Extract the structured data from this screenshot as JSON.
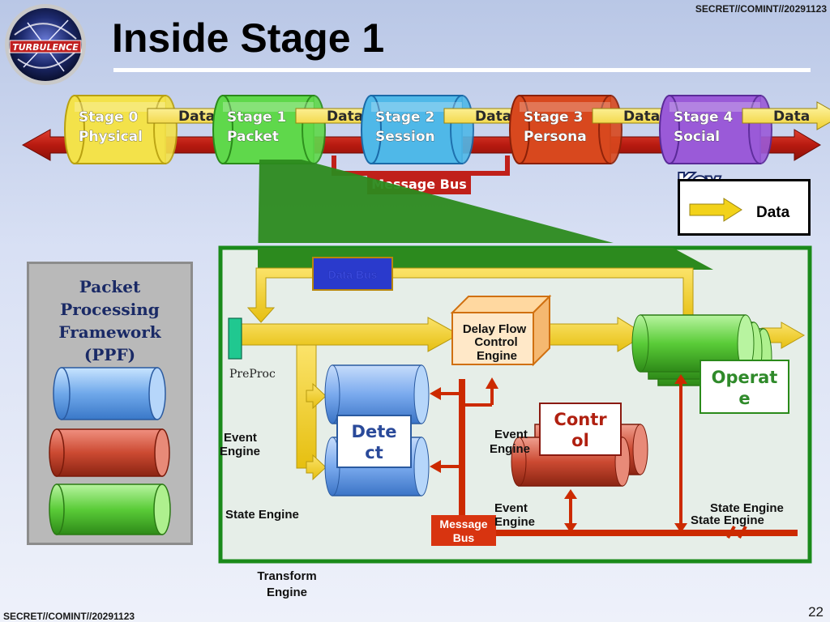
{
  "header": {
    "title": "Inside Stage 1",
    "classification": "SECRET//COMINT//20291123",
    "logo_text": "TURBULENCE"
  },
  "footer": {
    "classification": "SECRET//COMINT//20291123",
    "page_number": "22"
  },
  "pipeline": {
    "stages": [
      {
        "line1": "Stage 0",
        "line2": "Physical",
        "color": "#f3e24a"
      },
      {
        "line1": "Stage 1",
        "line2": "Packet",
        "color": "#5fd84b"
      },
      {
        "line1": "Stage 2",
        "line2": "Session",
        "color": "#4fb8e8"
      },
      {
        "line1": "Stage 3",
        "line2": "Persona",
        "color": "#d8481e"
      },
      {
        "line1": "Stage 4",
        "line2": "Social",
        "color": "#9a5ad8"
      }
    ],
    "data_label": "Data",
    "message_bus_label": "Message Bus"
  },
  "key": {
    "title": "Key",
    "data_label": "Data"
  },
  "ppf": {
    "title_lines": [
      "Packet",
      "Processing",
      "Framework",
      "(PPF)"
    ]
  },
  "stage1_detail": {
    "data_bus": "Data Bus",
    "preproc": "PreProc",
    "delay_flow": [
      "Delay Flow",
      "Control",
      "Engine"
    ],
    "detect": [
      "Dete",
      "ct"
    ],
    "control": [
      "Contr",
      "ol"
    ],
    "operate": [
      "Operat",
      "e"
    ],
    "event_engine_left": [
      "Event",
      "Engine"
    ],
    "event_engine_mid": [
      "Event",
      "Engine"
    ],
    "event_engine_bottom": [
      "Event",
      "Engine"
    ],
    "state_engine_left": "State Engine",
    "state_engine_right_1": "State Engine",
    "state_engine_right_2": "State Engine",
    "transform_engine": [
      "Transform",
      "Engine"
    ],
    "message_bus": [
      "Message",
      "Bus"
    ]
  },
  "colors": {
    "stage_frame": "#1a8a1a",
    "data_arrow": "#f2d21a",
    "bus_red": "#cc2a00",
    "detail_bg": "#e4ede6"
  }
}
